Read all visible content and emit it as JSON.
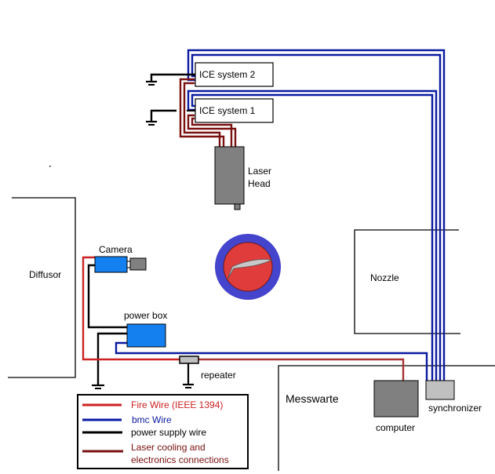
{
  "diagram": {
    "colors": {
      "fire_wire": "#cc2222",
      "fire_wire_dark": "#aa3333",
      "bmc_wire": "#0a1aa0",
      "power_wire": "#000000",
      "laser_wire": "#7a1010",
      "device_blue": "#1480f0",
      "device_gray": "#808080",
      "device_light_gray": "#c0c0c0",
      "target_ring": "#4444cc",
      "target_fill": "#e03c3c",
      "blade": "#c8c8c8"
    },
    "zones": {
      "diffusor": "Diffusor",
      "nozzle": "Nozzle",
      "messwarte": "Messwarte"
    },
    "components": {
      "ice_system_2": "ICE system 2",
      "ice_system_1": "ICE system 1",
      "laser_head_line1": "Laser",
      "laser_head_line2": "Head",
      "camera": "Camera",
      "power_box": "power box",
      "repeater": "repeater",
      "computer": "computer",
      "synchronizer": "synchronizer"
    },
    "legend": {
      "items": [
        {
          "label": "Fire Wire (IEEE 1394)",
          "type": "fire_wire"
        },
        {
          "label": "bmc Wire",
          "type": "bmc_wire"
        },
        {
          "label": "power supply wire",
          "type": "power_wire"
        },
        {
          "label": "Laser cooling and",
          "label2": "electronics connections",
          "type": "laser_wire"
        }
      ]
    }
  }
}
